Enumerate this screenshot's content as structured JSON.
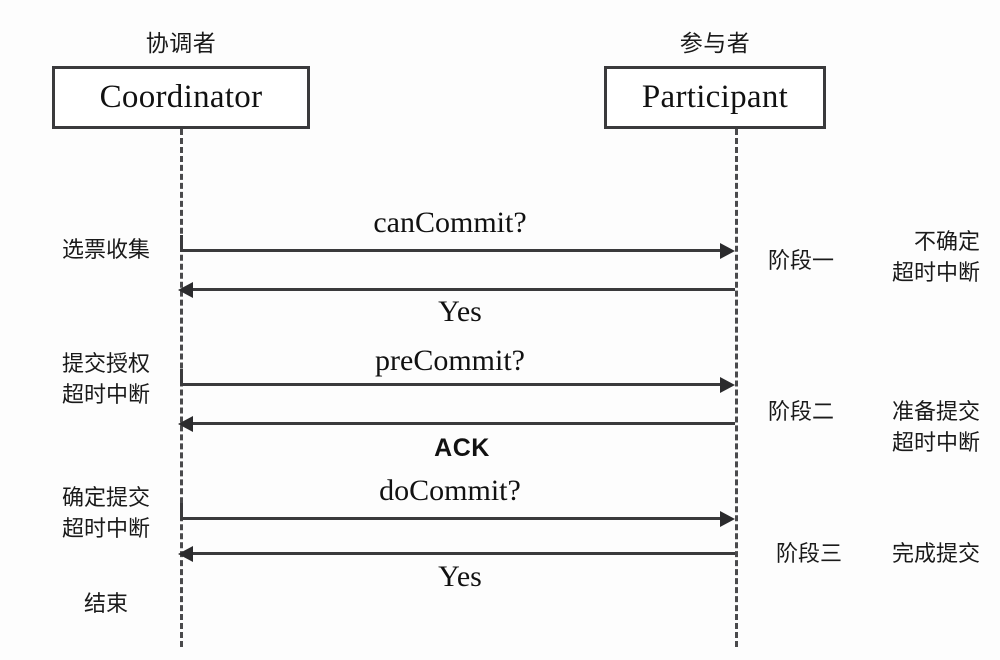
{
  "diagram": {
    "type": "sequence-diagram",
    "title_cn_left": "协调者",
    "title_cn_right": "参与者",
    "actors": [
      {
        "cn": "协调者",
        "en": "Coordinator"
      },
      {
        "cn": "参与者",
        "en": "Participant"
      }
    ],
    "messages": [
      {
        "label": "canCommit?",
        "direction": "right",
        "style": "serif"
      },
      {
        "label": "Yes",
        "direction": "left",
        "style": "serif"
      },
      {
        "label": "preCommit?",
        "direction": "right",
        "style": "serif"
      },
      {
        "label": "ACK",
        "direction": "left",
        "style": "sans-bold"
      },
      {
        "label": "doCommit?",
        "direction": "right",
        "style": "serif"
      },
      {
        "label": "Yes",
        "direction": "left",
        "style": "serif"
      }
    ],
    "left_annotations": [
      {
        "lines": [
          "选票收集"
        ]
      },
      {
        "lines": [
          "提交授权",
          "超时中断"
        ]
      },
      {
        "lines": [
          "确定提交",
          "超时中断"
        ]
      },
      {
        "lines": [
          "结束"
        ]
      }
    ],
    "phases": [
      {
        "name": "阶段一",
        "states": [
          "不确定",
          "超时中断"
        ]
      },
      {
        "name": "阶段二",
        "states": [
          "准备提交",
          "超时中断"
        ]
      },
      {
        "name": "阶段三",
        "states": [
          "完成提交"
        ]
      }
    ],
    "colors": {
      "stroke": "#3a3a3c",
      "text": "#111111",
      "background": "#fdfdfd"
    }
  }
}
